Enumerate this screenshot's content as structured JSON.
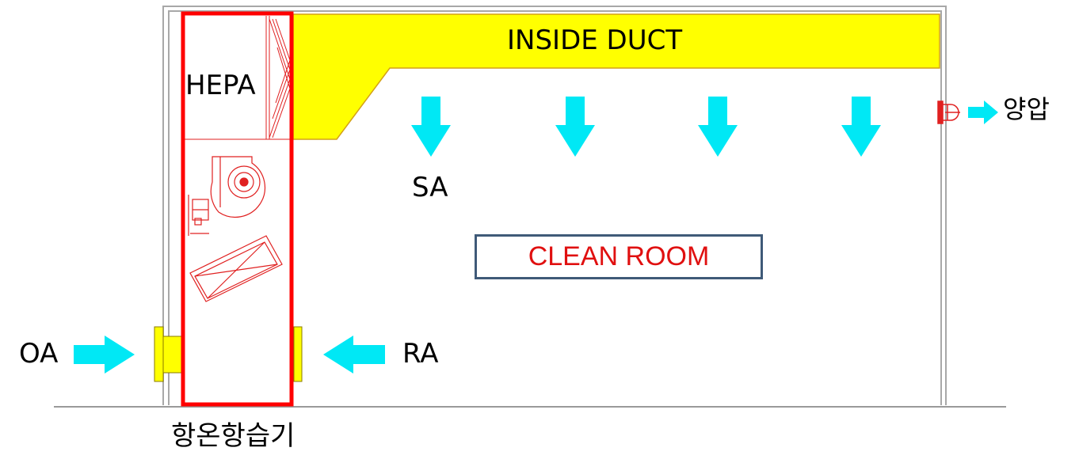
{
  "labels": {
    "inside_duct": "INSIDE DUCT",
    "hepa": "HEPA",
    "sa": "SA",
    "oa": "OA",
    "ra": "RA",
    "positive_pressure": "양압",
    "ahu": "항온항습기",
    "clean_room": "CLEAN ROOM"
  },
  "colors": {
    "duct": "#ffff00",
    "airflow_arrow": "#00e8f5",
    "ahu_frame": "#ff0000",
    "equipment_line": "#e02020",
    "room_box_border": "#3f5a78",
    "clean_room_text": "#e01010",
    "wall": "#a8a8a8"
  }
}
